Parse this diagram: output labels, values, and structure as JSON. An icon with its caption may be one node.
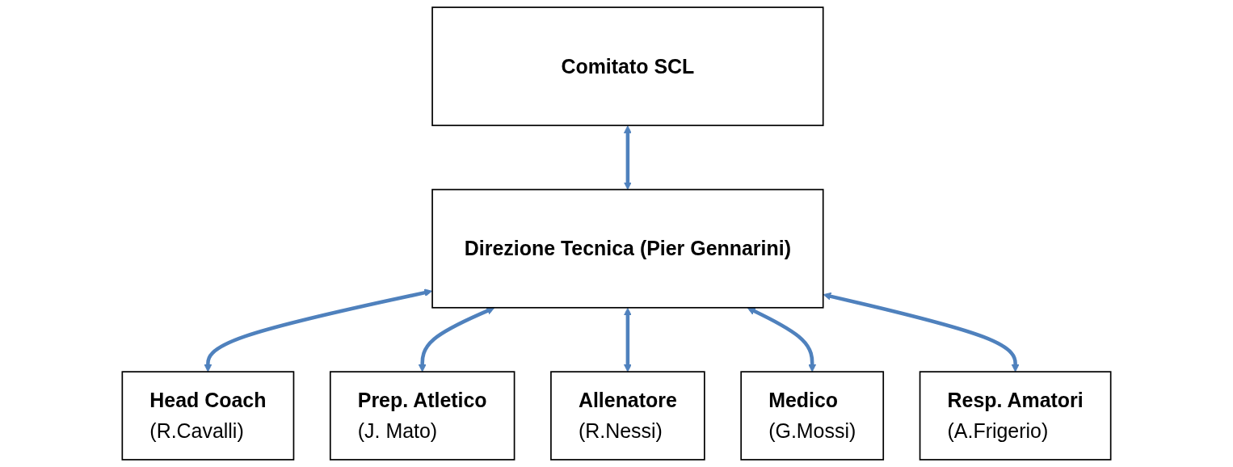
{
  "diagram": {
    "nodes": [
      {
        "text": [
          "Comitato SCL"
        ]
      },
      {
        "text": [
          "Direzione Tecnica (Pier Gennarini)"
        ]
      },
      {
        "text": [
          "Head Coach",
          "(R.Cavalli)"
        ]
      },
      {
        "text": [
          "Prep. Atletico",
          "(J. Mato)"
        ]
      },
      {
        "text": [
          "Allenatore",
          "(R.Nessi)"
        ]
      },
      {
        "text": [
          "Medico",
          "(G.Mossi)"
        ]
      },
      {
        "text": [
          "Resp. Amatori",
          "(A.Frigerio)"
        ]
      }
    ],
    "edges": [
      {
        "from": 0,
        "to": 1,
        "arrow": "both"
      },
      {
        "from": 1,
        "to": 2,
        "arrow": "both"
      },
      {
        "from": 1,
        "to": 3,
        "arrow": "both"
      },
      {
        "from": 1,
        "to": 4,
        "arrow": "both"
      },
      {
        "from": 1,
        "to": 5,
        "arrow": "both"
      },
      {
        "from": 1,
        "to": 6,
        "arrow": "both"
      }
    ]
  }
}
